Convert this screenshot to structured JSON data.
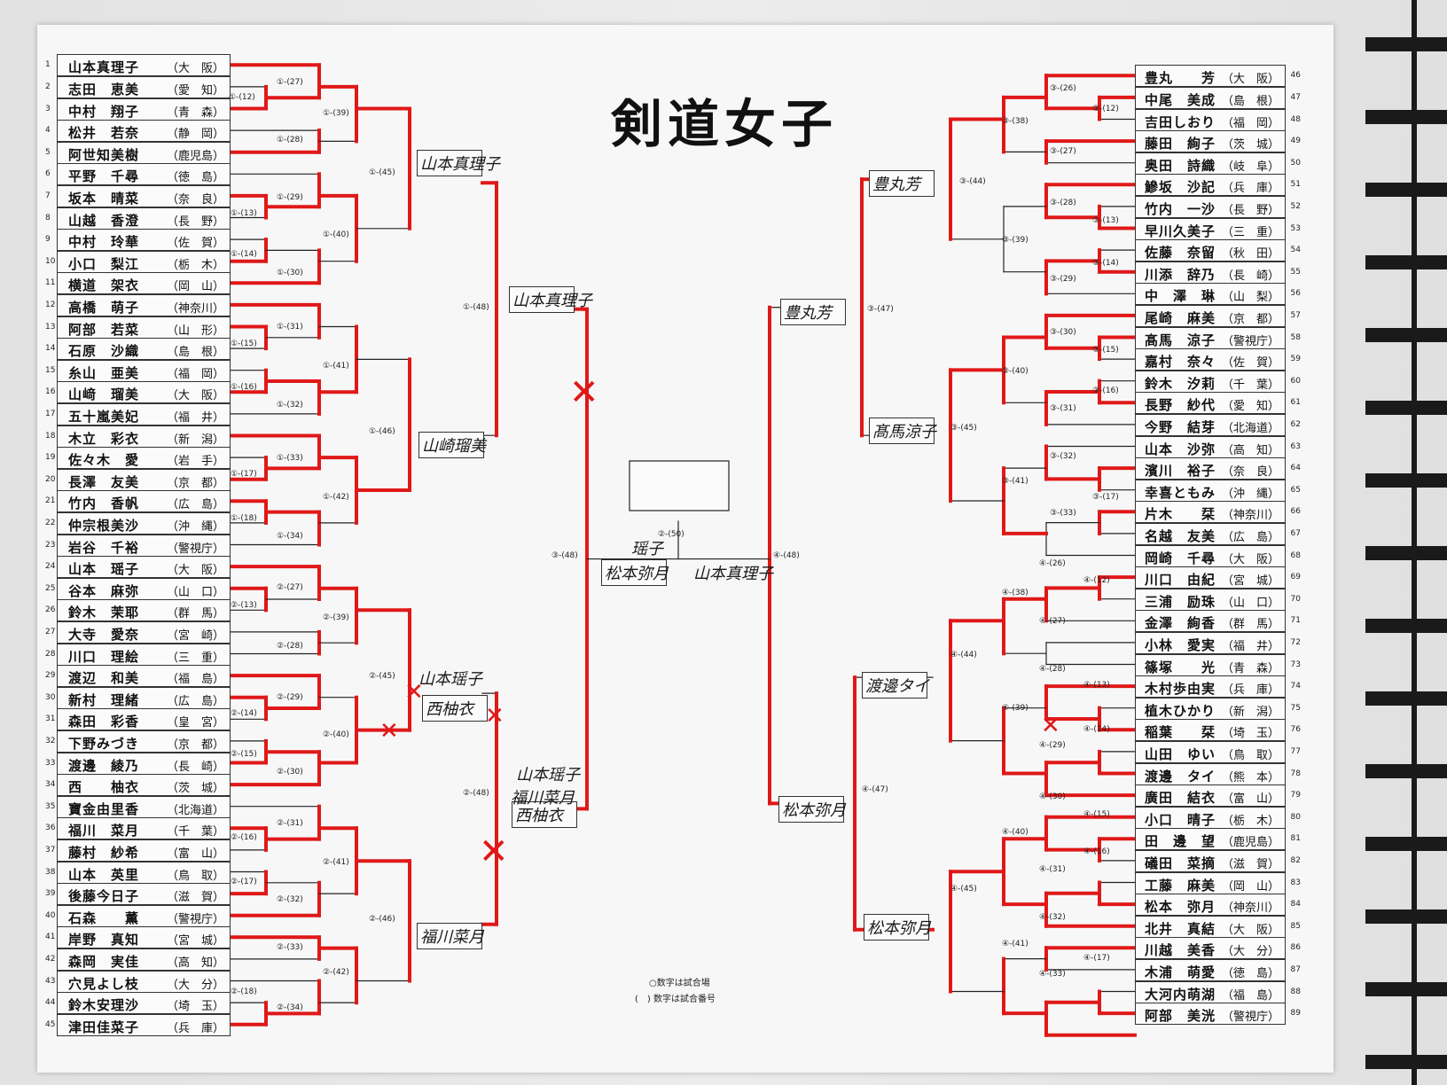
{
  "title": "剣道女子",
  "left_entries": [
    {
      "n": "1",
      "name": "山本真理子",
      "pref": "（大　阪）"
    },
    {
      "n": "2",
      "name": "志田　恵美",
      "pref": "（愛　知）"
    },
    {
      "n": "3",
      "name": "中村　翔子",
      "pref": "（青　森）"
    },
    {
      "n": "4",
      "name": "松井　若奈",
      "pref": "（静　岡）"
    },
    {
      "n": "5",
      "name": "阿世知美樹",
      "pref": "（鹿児島）"
    },
    {
      "n": "6",
      "name": "平野　千尋",
      "pref": "（徳　島）"
    },
    {
      "n": "7",
      "name": "坂本　晴菜",
      "pref": "（奈　良）"
    },
    {
      "n": "8",
      "name": "山越　香澄",
      "pref": "（長　野）"
    },
    {
      "n": "9",
      "name": "中村　玲華",
      "pref": "（佐　賀）"
    },
    {
      "n": "10",
      "name": "小口　梨江",
      "pref": "（栃　木）"
    },
    {
      "n": "11",
      "name": "横道　架衣",
      "pref": "（岡　山）"
    },
    {
      "n": "12",
      "name": "高橋　萌子",
      "pref": "（神奈川）"
    },
    {
      "n": "13",
      "name": "阿部　若菜",
      "pref": "（山　形）"
    },
    {
      "n": "14",
      "name": "石原　沙織",
      "pref": "（島　根）"
    },
    {
      "n": "15",
      "name": "糸山　亜美",
      "pref": "（福　岡）"
    },
    {
      "n": "16",
      "name": "山﨑　瑠美",
      "pref": "（大　阪）"
    },
    {
      "n": "17",
      "name": "五十嵐美妃",
      "pref": "（福　井）"
    },
    {
      "n": "18",
      "name": "木立　彩衣",
      "pref": "（新　潟）"
    },
    {
      "n": "19",
      "name": "佐々木　愛",
      "pref": "（岩　手）"
    },
    {
      "n": "20",
      "name": "長澤　友美",
      "pref": "（京　都）"
    },
    {
      "n": "21",
      "name": "竹内　香帆",
      "pref": "（広　島）"
    },
    {
      "n": "22",
      "name": "仲宗根美沙",
      "pref": "（沖　縄）"
    },
    {
      "n": "23",
      "name": "岩谷　千裕",
      "pref": "（警視庁）"
    },
    {
      "n": "24",
      "name": "山本　瑶子",
      "pref": "（大　阪）"
    },
    {
      "n": "25",
      "name": "谷本　麻弥",
      "pref": "（山　口）"
    },
    {
      "n": "26",
      "name": "鈴木　茉耶",
      "pref": "（群　馬）"
    },
    {
      "n": "27",
      "name": "大寺　愛奈",
      "pref": "（宮　崎）"
    },
    {
      "n": "28",
      "name": "川口　理絵",
      "pref": "（三　重）"
    },
    {
      "n": "29",
      "name": "渡辺　和美",
      "pref": "（福　島）"
    },
    {
      "n": "30",
      "name": "新村　理緒",
      "pref": "（広　島）"
    },
    {
      "n": "31",
      "name": "森田　彩香",
      "pref": "（皇　宮）"
    },
    {
      "n": "32",
      "name": "下野みづき",
      "pref": "（京　都）"
    },
    {
      "n": "33",
      "name": "渡邊　綾乃",
      "pref": "（長　崎）"
    },
    {
      "n": "34",
      "name": "西　　柚衣",
      "pref": "（茨　城）"
    },
    {
      "n": "35",
      "name": "寶金由里香",
      "pref": "（北海道）"
    },
    {
      "n": "36",
      "name": "福川　菜月",
      "pref": "（千　葉）"
    },
    {
      "n": "37",
      "name": "藤村　紗希",
      "pref": "（富　山）"
    },
    {
      "n": "38",
      "name": "山本　英里",
      "pref": "（鳥　取）"
    },
    {
      "n": "39",
      "name": "後藤今日子",
      "pref": "（滋　賀）"
    },
    {
      "n": "40",
      "name": "石森　　薫",
      "pref": "（警視庁）"
    },
    {
      "n": "41",
      "name": "岸野　真知",
      "pref": "（宮　城）"
    },
    {
      "n": "42",
      "name": "森岡　実佳",
      "pref": "（高　知）"
    },
    {
      "n": "43",
      "name": "穴見よし枝",
      "pref": "（大　分）"
    },
    {
      "n": "44",
      "name": "鈴木安理沙",
      "pref": "（埼　玉）"
    },
    {
      "n": "45",
      "name": "津田佳菜子",
      "pref": "（兵　庫）"
    }
  ],
  "right_entries": [
    {
      "n": "46",
      "name": "豊丸　　芳",
      "pref": "（大　阪）"
    },
    {
      "n": "47",
      "name": "中尾　美成",
      "pref": "（島　根）"
    },
    {
      "n": "48",
      "name": "吉田しおり",
      "pref": "（福　岡）"
    },
    {
      "n": "49",
      "name": "藤田　絢子",
      "pref": "（茨　城）"
    },
    {
      "n": "50",
      "name": "奥田　詩織",
      "pref": "（岐　阜）"
    },
    {
      "n": "51",
      "name": "鰺坂　沙記",
      "pref": "（兵　庫）"
    },
    {
      "n": "52",
      "name": "竹内　一沙",
      "pref": "（長　野）"
    },
    {
      "n": "53",
      "name": "早川久美子",
      "pref": "（三　重）"
    },
    {
      "n": "54",
      "name": "佐藤　奈留",
      "pref": "（秋　田）"
    },
    {
      "n": "55",
      "name": "川添　辞乃",
      "pref": "（長　崎）"
    },
    {
      "n": "56",
      "name": "中　澤　琳",
      "pref": "（山　梨）"
    },
    {
      "n": "57",
      "name": "尾崎　麻美",
      "pref": "（京　都）"
    },
    {
      "n": "58",
      "name": "髙馬　涼子",
      "pref": "（警視庁）"
    },
    {
      "n": "59",
      "name": "嘉村　奈々",
      "pref": "（佐　賀）"
    },
    {
      "n": "60",
      "name": "鈴木　汐莉",
      "pref": "（千　葉）"
    },
    {
      "n": "61",
      "name": "長野　紗代",
      "pref": "（愛　知）"
    },
    {
      "n": "62",
      "name": "今野　結芽",
      "pref": "（北海道）"
    },
    {
      "n": "63",
      "name": "山本　沙弥",
      "pref": "（高　知）"
    },
    {
      "n": "64",
      "name": "濱川　裕子",
      "pref": "（奈　良）"
    },
    {
      "n": "65",
      "name": "幸喜ともみ",
      "pref": "（沖　縄）"
    },
    {
      "n": "66",
      "name": "片木　　栞",
      "pref": "（神奈川）"
    },
    {
      "n": "67",
      "name": "名越　友美",
      "pref": "（広　島）"
    },
    {
      "n": "68",
      "name": "岡崎　千尋",
      "pref": "（大　阪）"
    },
    {
      "n": "69",
      "name": "川口　由紀",
      "pref": "（宮　城）"
    },
    {
      "n": "70",
      "name": "三浦　励珠",
      "pref": "（山　口）"
    },
    {
      "n": "71",
      "name": "金澤　絢香",
      "pref": "（群　馬）"
    },
    {
      "n": "72",
      "name": "小林　愛実",
      "pref": "（福　井）"
    },
    {
      "n": "73",
      "name": "篠塚　　光",
      "pref": "（青　森）"
    },
    {
      "n": "74",
      "name": "木村歩由実",
      "pref": "（兵　庫）"
    },
    {
      "n": "75",
      "name": "植木ひかり",
      "pref": "（新　潟）"
    },
    {
      "n": "76",
      "name": "稲葉　　栞",
      "pref": "（埼　玉）"
    },
    {
      "n": "77",
      "name": "山田　ゆい",
      "pref": "（鳥　取）"
    },
    {
      "n": "78",
      "name": "渡邊　タイ",
      "pref": "（熊　本）"
    },
    {
      "n": "79",
      "name": "廣田　結衣",
      "pref": "（富　山）"
    },
    {
      "n": "80",
      "name": "小口　晴子",
      "pref": "（栃　木）"
    },
    {
      "n": "81",
      "name": "田　邊　望",
      "pref": "（鹿児島）"
    },
    {
      "n": "82",
      "name": "礒田　菜摘",
      "pref": "（滋　賀）"
    },
    {
      "n": "83",
      "name": "工藤　麻美",
      "pref": "（岡　山）"
    },
    {
      "n": "84",
      "name": "松本　弥月",
      "pref": "（神奈川）"
    },
    {
      "n": "85",
      "name": "北井　真結",
      "pref": "（大　阪）"
    },
    {
      "n": "86",
      "name": "川越　美香",
      "pref": "（大　分）"
    },
    {
      "n": "87",
      "name": "木浦　萌愛",
      "pref": "（徳　島）"
    },
    {
      "n": "88",
      "name": "大河内萌湖",
      "pref": "（福　島）"
    },
    {
      "n": "89",
      "name": "阿部　美洸",
      "pref": "（警視庁）"
    }
  ],
  "match_labels": [
    "①-(27)",
    "①-(12)",
    "①-(39)",
    "①-(28)",
    "①-(45)",
    "①-(29)",
    "①-(13)",
    "①-(40)",
    "①-(14)",
    "①-(30)",
    "①-(48)",
    "①-(31)",
    "①-(15)",
    "①-(41)",
    "①-(16)",
    "①-(32)",
    "①-(46)",
    "①-(33)",
    "①-(17)",
    "①-(42)",
    "①-(18)",
    "①-(34)",
    "②-(27)",
    "②-(13)",
    "②-(39)",
    "②-(28)",
    "②-(45)",
    "②-(29)",
    "②-(14)",
    "②-(40)",
    "②-(15)",
    "②-(30)",
    "②-(48)",
    "②-(31)",
    "②-(16)",
    "②-(41)",
    "②-(17)",
    "②-(32)",
    "②-(46)",
    "②-(33)",
    "②-(42)",
    "②-(18)",
    "②-(34)",
    "③-(48)",
    "②-(50)",
    "④-(48)",
    "③-(26)",
    "③-(12)",
    "③-(38)",
    "③-(27)",
    "③-(44)",
    "③-(28)",
    "③-(13)",
    "③-(39)",
    "③-(14)",
    "③-(29)",
    "③-(47)",
    "③-(30)",
    "③-(15)",
    "③-(40)",
    "③-(16)",
    "③-(31)",
    "③-(45)",
    "③-(32)",
    "③-(41)",
    "③-(17)",
    "③-(33)",
    "④-(26)",
    "④-(12)",
    "④-(38)",
    "④-(27)",
    "④-(44)",
    "④-(28)",
    "④-(13)",
    "④-(39)",
    "④-(14)",
    "④-(29)",
    "④-(47)",
    "④-(30)",
    "④-(15)",
    "④-(40)",
    "④-(16)",
    "④-(31)",
    "④-(45)",
    "④-(32)",
    "④-(41)",
    "④-(17)",
    "④-(33)"
  ],
  "winners": {
    "w1": "山本真理子",
    "w2": "山本真理子",
    "w3": "山崎瑠美",
    "w4": "西柚衣",
    "w5": "山本瑶子",
    "w6": "西柚衣",
    "w7": "山本瑶子",
    "w8": "福川菜月",
    "w9": "福川菜月",
    "w10": "山本真理子",
    "w11": "瑶子",
    "w12": "松本弥月",
    "w13": "豊丸芳",
    "w14": "豊丸芳",
    "w15": "髙馬涼子",
    "w16": "松本弥月",
    "w17": "渡邊タイ",
    "w18": "松本弥月"
  },
  "legend": {
    "line1": "○数字は試合場",
    "line2": "(　) 数字は試合番号"
  },
  "colors": {
    "advance": "#e01818",
    "line": "#222222",
    "poster": "#f7f7f7"
  }
}
